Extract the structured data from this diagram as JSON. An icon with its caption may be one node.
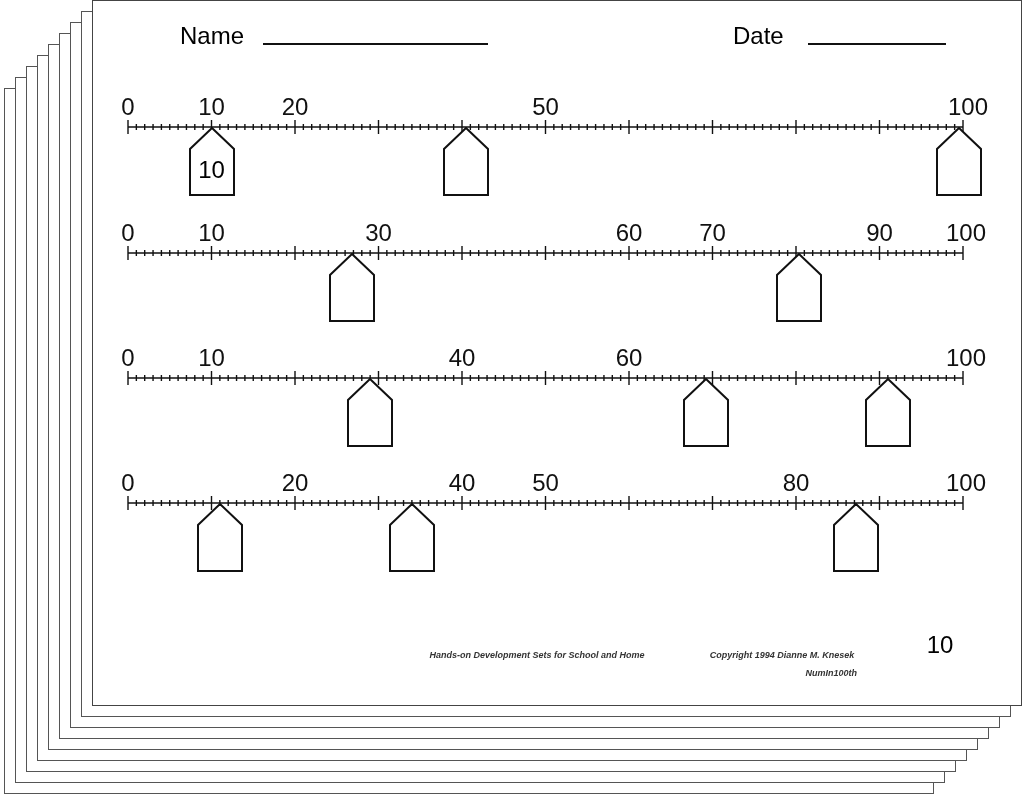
{
  "diagram": {
    "nodes": [
      {
        "text": [
          "10"
        ]
      },
      {
        "text": [],
        "shape": "pentagon"
      },
      {
        "text": [],
        "shape": "pentagon"
      },
      {
        "text": [],
        "shape": "pentagon"
      },
      {
        "text": [],
        "shape": "pentagon"
      },
      {
        "text": [],
        "shape": "pentagon"
      },
      {
        "text": [],
        "shape": "pentagon"
      },
      {
        "text": [],
        "shape": "pentagon"
      },
      {
        "text": [],
        "shape": "pentagon"
      },
      {
        "text": [],
        "shape": "pentagon"
      },
      {
        "text": [],
        "shape": "pentagon"
      }
    ],
    "edges": [],
    "labels": [
      "Name",
      "Date",
      "0",
      "10",
      "20",
      "50",
      "100",
      "0",
      "10",
      "30",
      "60",
      "70",
      "90",
      "100",
      "0",
      "10",
      "40",
      "60",
      "100",
      "0",
      "20",
      "40",
      "50",
      "80",
      "100",
      "Hands-on Development Sets for School and Home",
      "Copyright 1994 Dianne M. Knesek",
      "10",
      "NumIn100th"
    ]
  }
}
